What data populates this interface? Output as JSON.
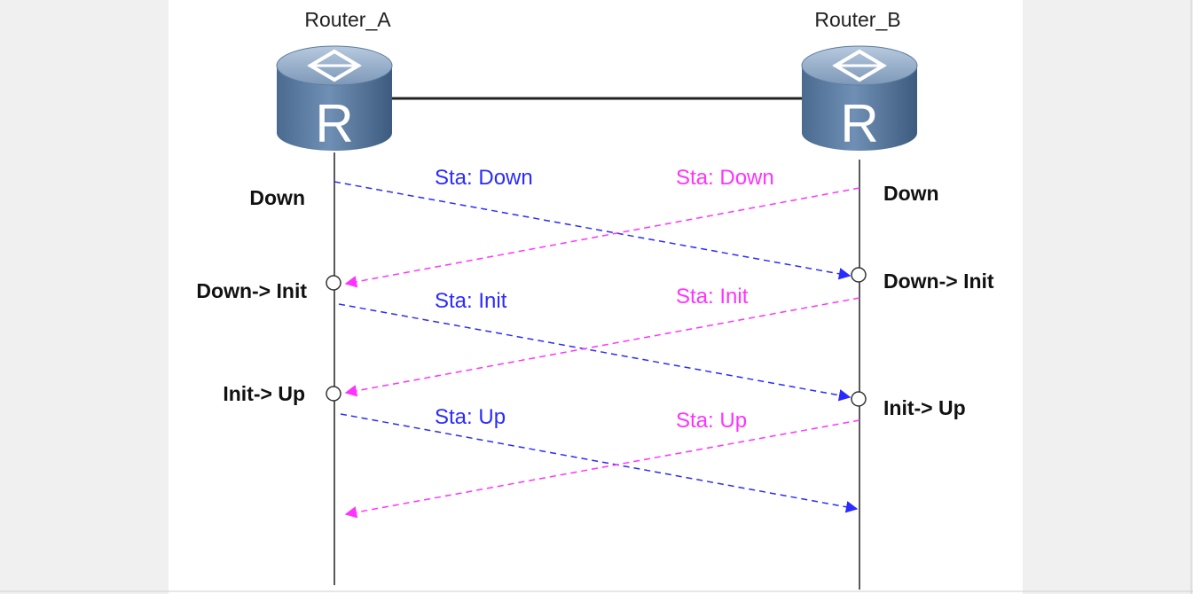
{
  "routers": [
    {
      "id": "a",
      "label": "Router_A",
      "glyph": "R"
    },
    {
      "id": "b",
      "label": "Router_B",
      "glyph": "R"
    }
  ],
  "states": {
    "a": [
      "Down",
      "Down-> Init",
      "Init-> Up"
    ],
    "b": [
      "Down",
      "Down-> Init",
      "Init-> Up"
    ]
  },
  "messages": {
    "a_to_b": [
      "Sta: Down",
      "Sta: Init",
      "Sta: Up"
    ],
    "b_to_a": [
      "Sta: Down",
      "Sta: Init",
      "Sta: Up"
    ]
  },
  "colors": {
    "a_to_b": "#2b2bff",
    "b_to_a": "#ff33ff",
    "router_top": "#9bb3cf",
    "router_body": "#56779c",
    "router_dark": "#3f5d80",
    "background": "#ffffff"
  }
}
